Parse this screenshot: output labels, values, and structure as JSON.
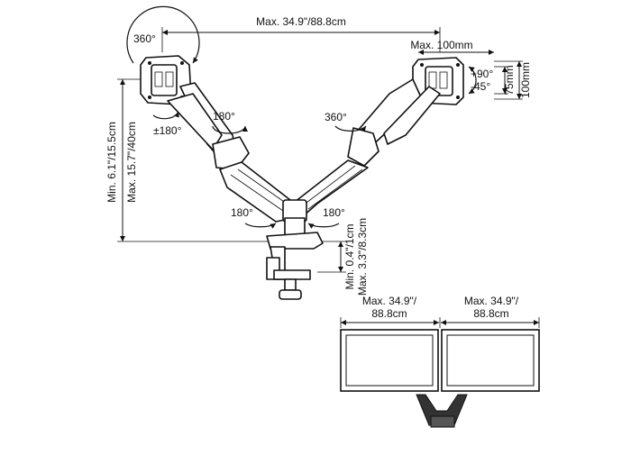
{
  "dimensions": {
    "max_reach_total": "Max. 34.9\"/88.8cm",
    "max_vesa": "Max. 100mm",
    "vesa_75": "75mm",
    "vesa_100": "100mm",
    "height_min": "Min. 6.1\"/15.5cm",
    "height_max": "Max. 15.7\"/40cm",
    "clamp_min": "Min. 0.4\"/1cm",
    "clamp_max": "Max. 3.3\"/8.3cm"
  },
  "rotations": {
    "left_rotate": "360°",
    "left_swivel": "180°",
    "left_tilt": "±180°",
    "right_rotate": "360°",
    "right_tilt_up": "+90°",
    "right_tilt_down": "-45°",
    "base_left": "180°",
    "base_right": "180°"
  },
  "monitor_labels": {
    "left_line1": "Max. 34.9\"/",
    "left_line2": "88.8cm",
    "right_line1": "Max. 34.9\"/",
    "right_line2": "88.8cm"
  }
}
